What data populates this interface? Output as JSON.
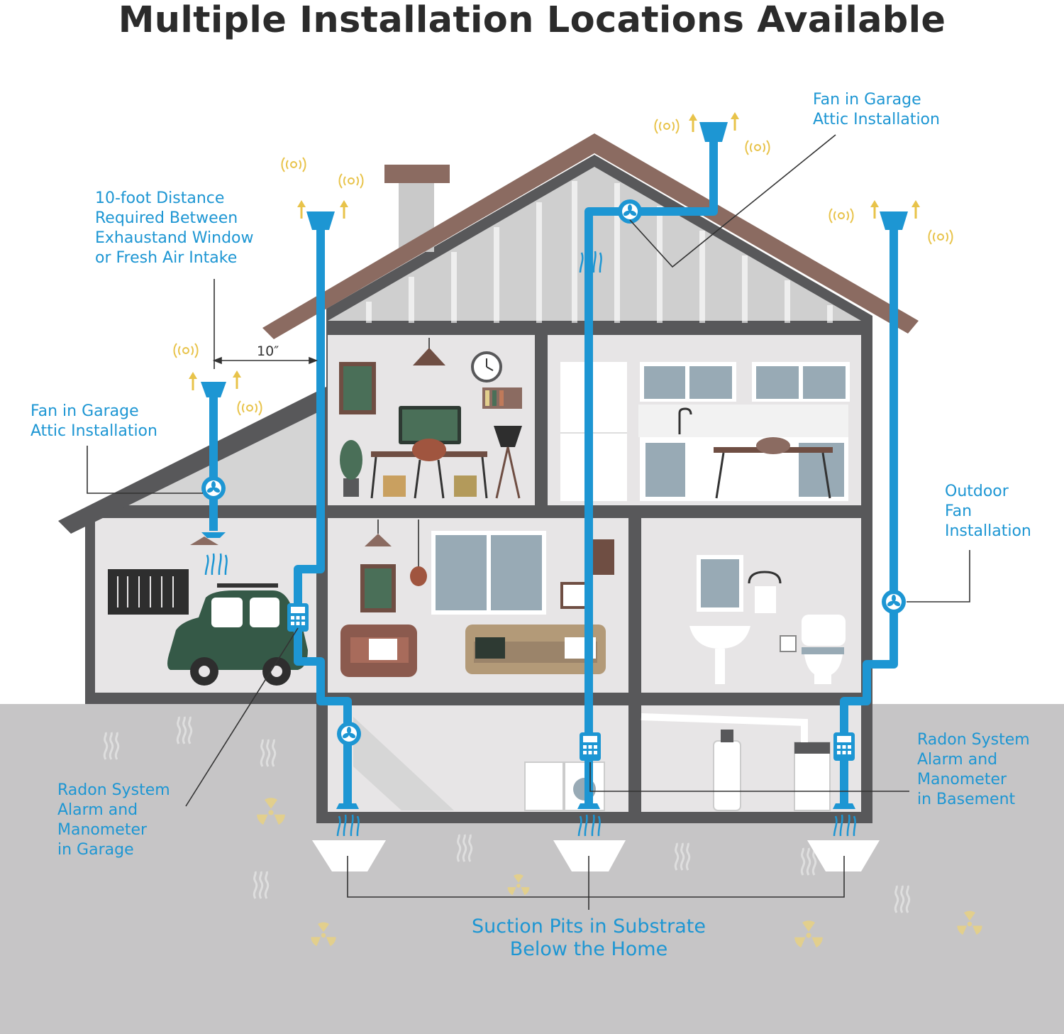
{
  "title": "Multiple Installation Locations Available",
  "labels": {
    "distance": [
      "10-foot Distance",
      "Required Between",
      "Exhaustand Window",
      "or Fresh Air Intake"
    ],
    "dimension": "10″",
    "garage_attic_left": [
      "Fan in Garage",
      "Attic Installation"
    ],
    "garage_attic_top": [
      "Fan in Garage",
      "Attic Installation"
    ],
    "outdoor": [
      "Outdoor",
      "Fan",
      "Installation"
    ],
    "alarm_garage": [
      "Radon System",
      "Alarm and",
      "Manometer",
      "in Garage"
    ],
    "alarm_basement": [
      "Radon System",
      "Alarm and",
      "Manometer",
      "in Basement"
    ],
    "suction_pits": [
      "Suction Pits in Substrate",
      "Below the Home"
    ]
  },
  "colors": {
    "pipe": "#1d96d3",
    "label": "#1d96d3",
    "roof": "#8b6b61",
    "wall": "#58585a",
    "ground": "#c6c5c6",
    "interior": "#e7e5e6",
    "gable": "#cfcfcf",
    "gas_icon": "#e8c34a"
  },
  "icons": [
    "fan-icon",
    "radon-alarm-icon",
    "sound-wave-icon",
    "exhaust-arrow-icon",
    "radon-symbol-icon",
    "air-flow-icon",
    "car-icon"
  ]
}
